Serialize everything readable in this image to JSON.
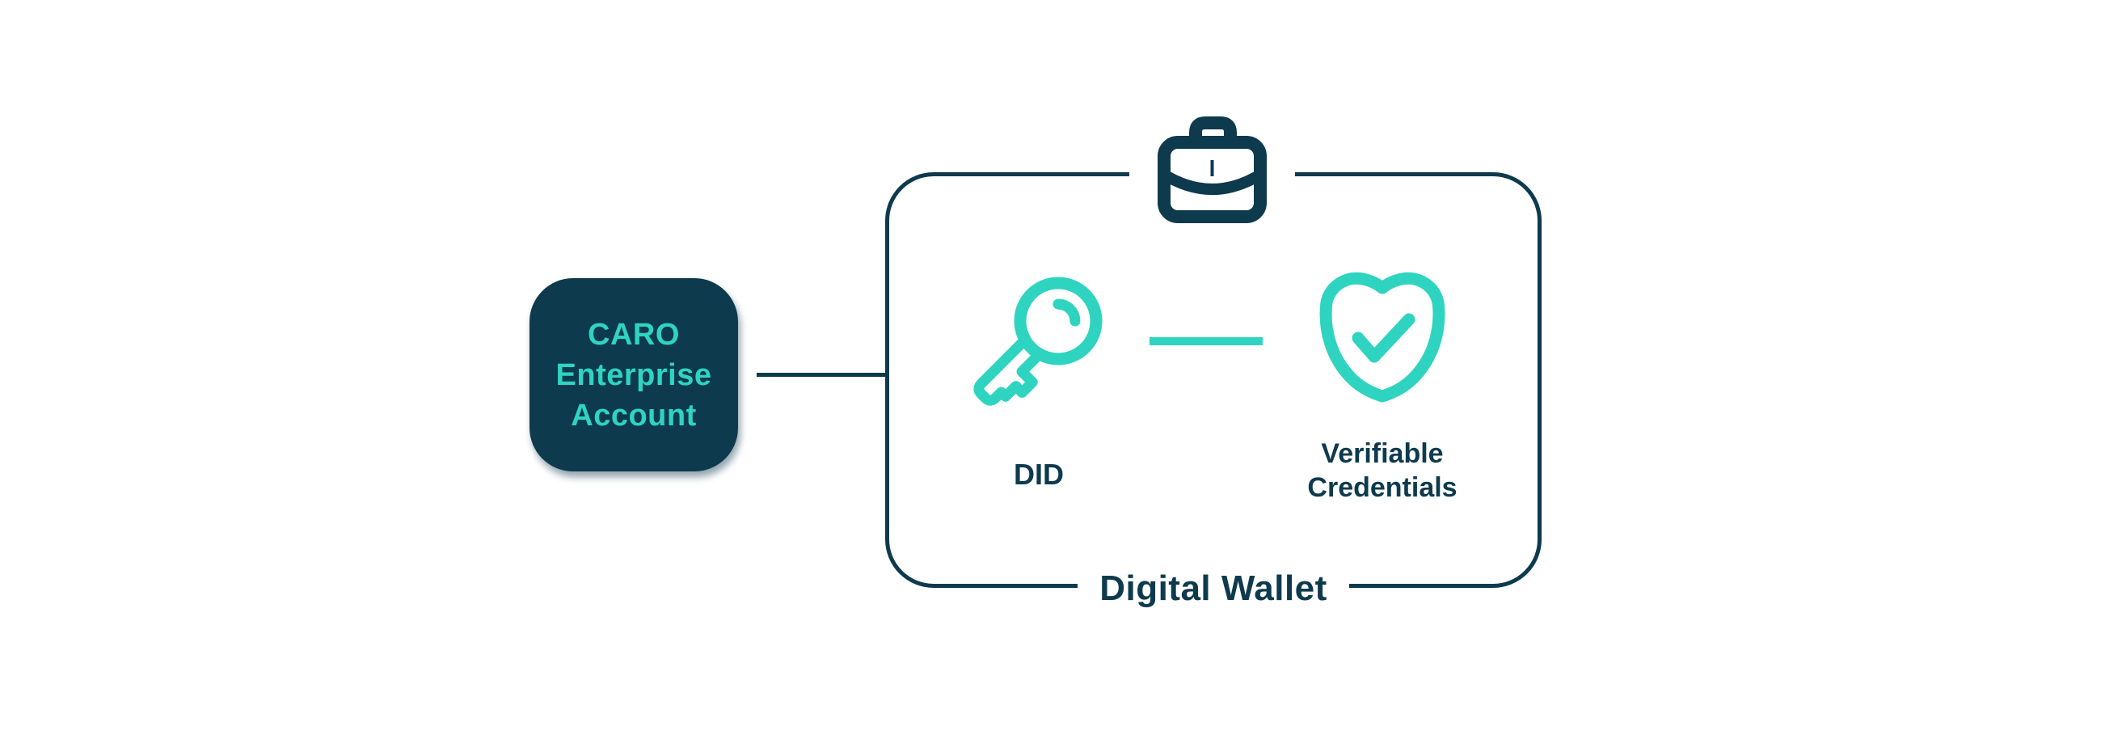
{
  "diagram_title": "Digital Wallet",
  "colors": {
    "navy": "#0E3A4D",
    "teal": "#2ED4BF",
    "background": "#FFFFFF"
  },
  "account_node": {
    "label": "CARO Enterprise Account",
    "lines": [
      "CARO",
      "Enterprise",
      "Account"
    ]
  },
  "wallet": {
    "title": "Digital Wallet",
    "header_icon": "briefcase-icon",
    "items": [
      {
        "icon": "key-icon",
        "label": "DID"
      },
      {
        "icon": "shield-check-icon",
        "label": "Verifiable Credentials",
        "lines": [
          "Verifiable",
          "Credentials"
        ]
      }
    ]
  }
}
